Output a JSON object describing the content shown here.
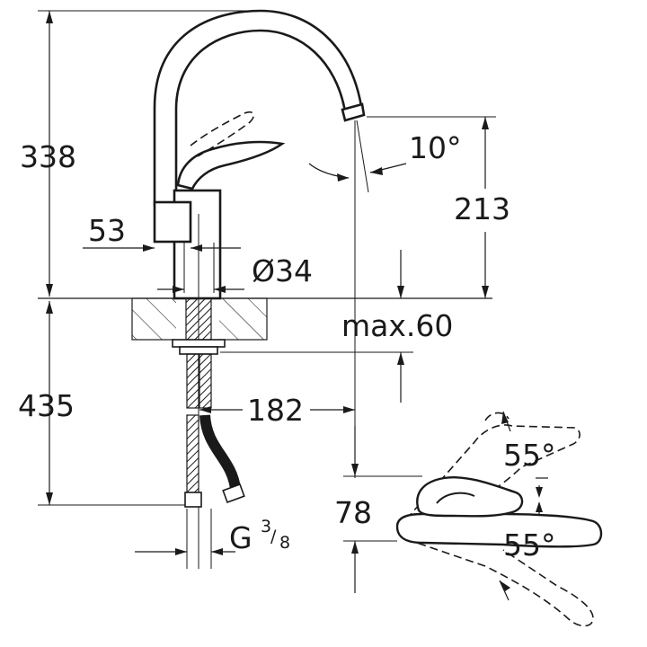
{
  "dimensions": {
    "height_upper": "338",
    "height_lower": "435",
    "spout_height": "213",
    "lever_offset": "53",
    "diameter": "Ø34",
    "max_thickness": "max.60",
    "reach": "182",
    "lever_height": "78",
    "spout_angle": "10°",
    "lever_angle_up": "55°",
    "lever_angle_down": "55°",
    "thread": "G",
    "thread_num": "3",
    "thread_den": "8"
  },
  "colors": {
    "line": "#1a1a1a",
    "background": "#ffffff"
  }
}
